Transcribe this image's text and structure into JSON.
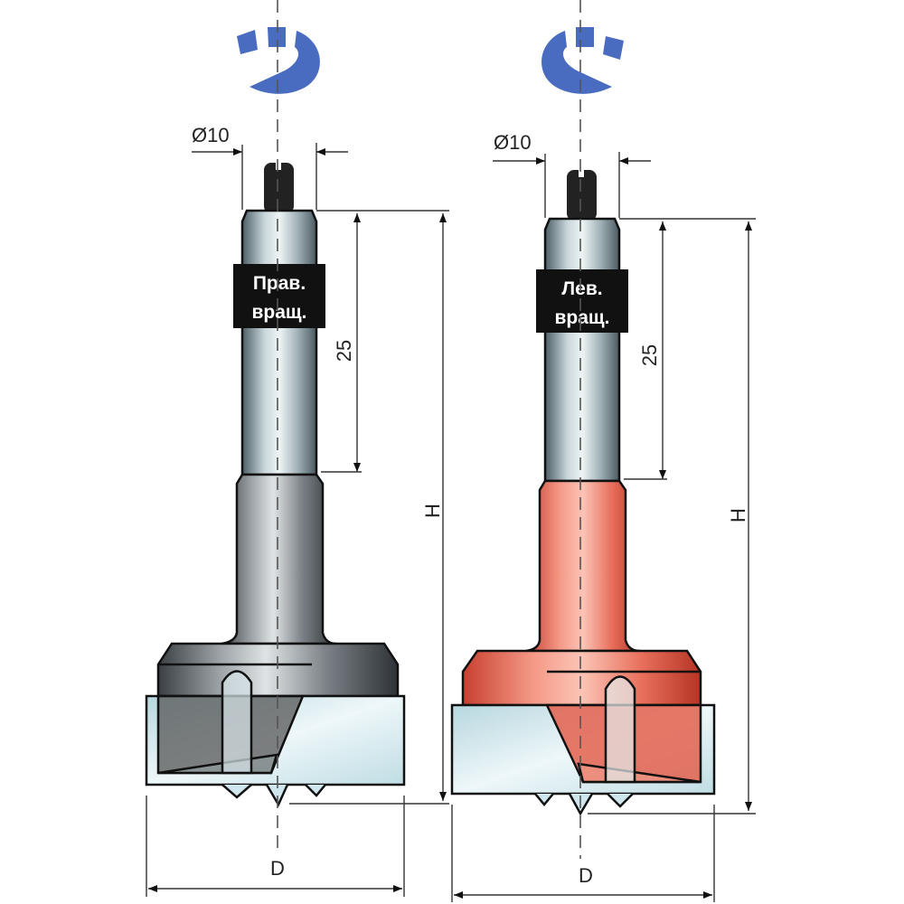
{
  "colors": {
    "arrow": "#4a6cc0",
    "steel": "#8c9296",
    "red_body": "#e4604d",
    "cutter": "#cfe6ec",
    "label_bg": "#111111"
  },
  "drills": [
    {
      "id": "right-hand",
      "rotation_icon": "clockwise-rotation-icon",
      "shank_diameter": "Ø10",
      "label_line1": "Прав.",
      "label_line2": "вращ.",
      "shank_length": "25",
      "height_label": "H",
      "diameter_label": "D"
    },
    {
      "id": "left-hand",
      "rotation_icon": "counterclockwise-rotation-icon",
      "shank_diameter": "Ø10",
      "label_line1": "Лев.",
      "label_line2": "вращ.",
      "shank_length": "25",
      "height_label": "H",
      "diameter_label": "D"
    }
  ]
}
